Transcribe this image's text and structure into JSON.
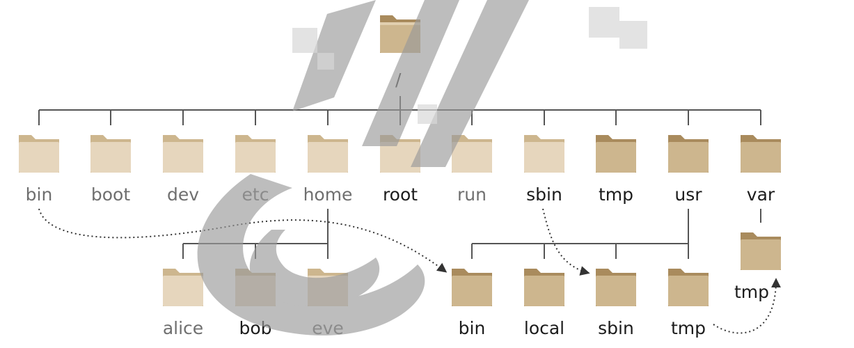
{
  "root": {
    "label": "/"
  },
  "top_level": [
    {
      "label": "bin"
    },
    {
      "label": "boot"
    },
    {
      "label": "dev"
    },
    {
      "label": "etc"
    },
    {
      "label": "home"
    },
    {
      "label": "root"
    },
    {
      "label": "run"
    },
    {
      "label": "sbin"
    },
    {
      "label": "tmp"
    },
    {
      "label": "usr"
    },
    {
      "label": "var"
    }
  ],
  "home_children": [
    {
      "label": "alice"
    },
    {
      "label": "bob"
    },
    {
      "label": "eve"
    }
  ],
  "usr_children": [
    {
      "label": "bin"
    },
    {
      "label": "local"
    },
    {
      "label": "sbin"
    },
    {
      "label": "tmp"
    }
  ],
  "var_children": [
    {
      "label": "tmp"
    }
  ],
  "colors": {
    "line": "#555555",
    "folder_light": "#e6d6bd",
    "folder_mid": "#cdb68e",
    "folder_tab": "#a98b5d",
    "folder_dark": "#7a5f3a",
    "muted_label": "#6f6f6f",
    "dark_label": "#1c1c1c"
  }
}
